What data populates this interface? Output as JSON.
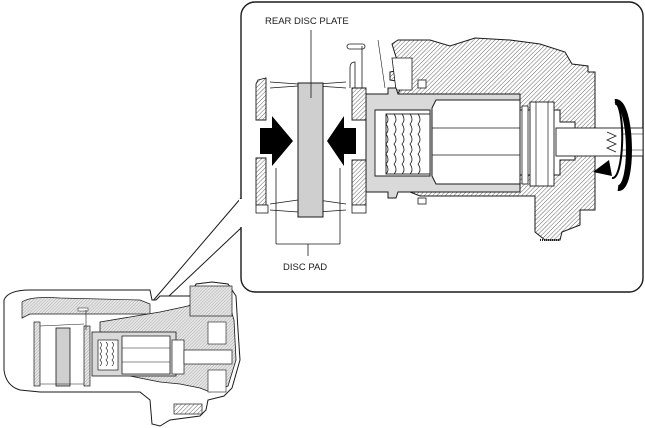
{
  "diagram": {
    "title": "Electric parking brake caliper - piston advance operation",
    "labels": {
      "rear_disc_plate": "REAR DISC PLATE",
      "disc_pad": "DISC PAD"
    },
    "colors": {
      "line": "#1a1a1a",
      "hatch": "#555555",
      "piston_fill": "#d9d9d9",
      "disc_fill": "#cfcfcf",
      "arrow": "#000000",
      "background": "#ffffff"
    },
    "annotations": {
      "clamping_arrows": "pads pressed inward toward disc",
      "rotation_arrow": "spindle rotation"
    }
  }
}
